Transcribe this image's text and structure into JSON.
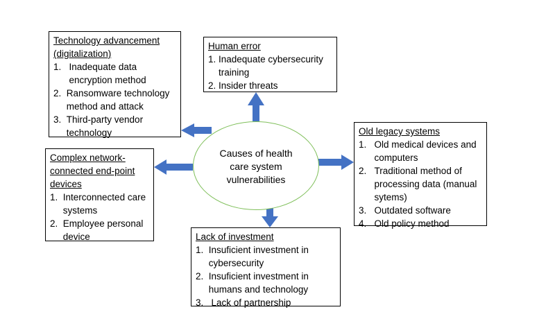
{
  "center": {
    "label": "Causes of health\ncare system\nvulnerabilities"
  },
  "boxes": {
    "technology": {
      "title": "Technology advancement\n(digitalization)",
      "items": [
        {
          "num": "1.   ",
          "text": "Inadequate data\nencryption method"
        },
        {
          "num": "2.  ",
          "text": "Ransomware technology\nmethod and attack"
        },
        {
          "num": "3.  ",
          "text": "Third-party vendor\ntechnology"
        }
      ]
    },
    "human": {
      "title": "Human error",
      "items": [
        {
          "num": "1. ",
          "text": "Inadequate cybersecurity\ntraining"
        },
        {
          "num": "2. ",
          "text": "Insider threats"
        }
      ]
    },
    "legacy": {
      "title": "Old legacy systems",
      "items": [
        {
          "num": "1.   ",
          "text": "Old medical devices and\ncomputers"
        },
        {
          "num": "2.   ",
          "text": "Traditional method of\nprocessing data (manual\nsytems)"
        },
        {
          "num": "3.   ",
          "text": "Outdated software"
        },
        {
          "num": "4.   ",
          "text": "Old policy method"
        }
      ]
    },
    "network": {
      "title": "Complex network-\nconnected end-point\ndevices",
      "items": [
        {
          "num": "1.  ",
          "text": "Interconnected care\nsystems"
        },
        {
          "num": "2.  ",
          "text": "Employee personal\ndevice"
        }
      ]
    },
    "investment": {
      "title": "Lack of investment",
      "items": [
        {
          "num": "1.  ",
          "text": "Insuficient investment in\ncybersecurity"
        },
        {
          "num": "2.  ",
          "text": "Insuficient investment in\nhumans and technology"
        },
        {
          "num": "3.   ",
          "text": "Lack of partnership"
        }
      ]
    }
  },
  "colors": {
    "arrow": "#4472c4",
    "ellipse_border": "#7fbf5a",
    "box_border": "#000000"
  }
}
